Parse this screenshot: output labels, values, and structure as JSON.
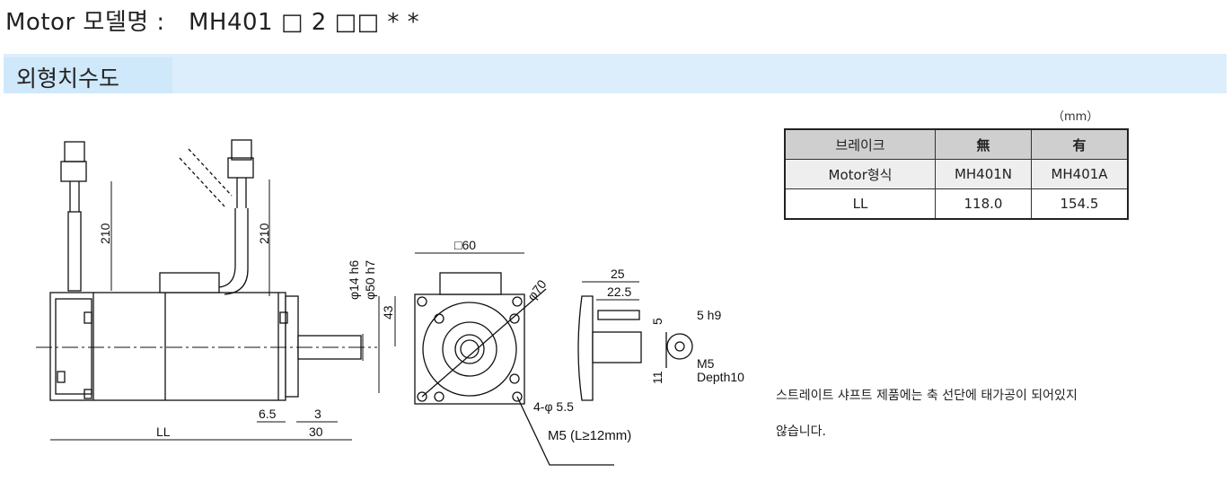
{
  "header": {
    "model_label": "Motor 모델명 :",
    "model_code": "MH401 □ 2 □□ *  *"
  },
  "section": {
    "title": "외형치수도"
  },
  "table": {
    "unit": "（mm）",
    "headers": [
      "브레이크",
      "無",
      "有"
    ],
    "rows": [
      [
        "Motor형식",
        "MH401N",
        "MH401A"
      ],
      [
        "LL",
        "118.0",
        "154.5"
      ]
    ]
  },
  "notes": {
    "line1": "스트레이트 샤프트 제품에는 축 선단에 태가공이 되어있지",
    "line2": "않습니다."
  },
  "drawing": {
    "labels": {
      "cable_len_left": "210",
      "cable_len_right": "210",
      "shaft_dia": "φ14 h6",
      "spigot_dia": "φ50 h7",
      "height": "43",
      "flange_width": "□60",
      "pcd": "φ70",
      "hole": "4-φ 5.5",
      "screw": "M5 (L≥12mm)",
      "len_25": "25",
      "len_22_5": "22.5",
      "key_width": "5 h9",
      "key_5": "5",
      "key_11": "11",
      "tap": "M5",
      "tap_depth": "Depth10",
      "dim_6_5": "6.5",
      "dim_3": "3",
      "dim_30": "30",
      "dim_LL": "LL"
    }
  }
}
